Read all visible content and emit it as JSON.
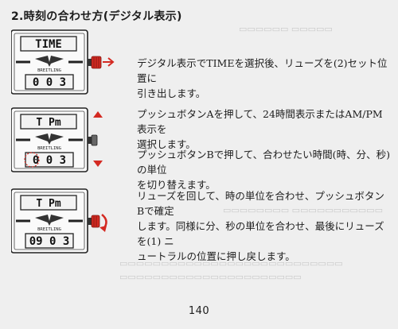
{
  "heading": "2.時刻の合わせ方(デジタル表示)",
  "steps": [
    {
      "text_lines": [
        "デジタル表示でTIMEを選択後、リューズを(2)セット位置に",
        "引き出します。"
      ],
      "display_top": "TIME",
      "display_bottom": "0 0 3",
      "brand": "BREITLING"
    },
    {
      "text_lines": [
        "プッシュボタンAを押して、24時間表示またはAM/PM表示を",
        "選択します。"
      ],
      "text_lines_b": [
        "プッシュボタンBで押して、合わせたい時間(時、分、秒)の単位",
        "を切り替えます。"
      ],
      "display_top": "T  Pm",
      "display_bottom": "0 0 3",
      "brand": "BREITLING"
    },
    {
      "text_lines": [
        "リューズを回して、時の単位を合わせ、プッシュボタンBで確定",
        "します。同様に分、秒の単位を合わせ、最後にリューズを(1) ニ",
        "ュートラルの位置に押し戻します。"
      ],
      "display_top": "T  Pm",
      "display_bottom": "09 0 3",
      "brand": "BREITLING"
    }
  ],
  "page_number": "140",
  "colors": {
    "accent": "#d42a22",
    "ink": "#1c1c1c",
    "paper": "#efefef"
  }
}
